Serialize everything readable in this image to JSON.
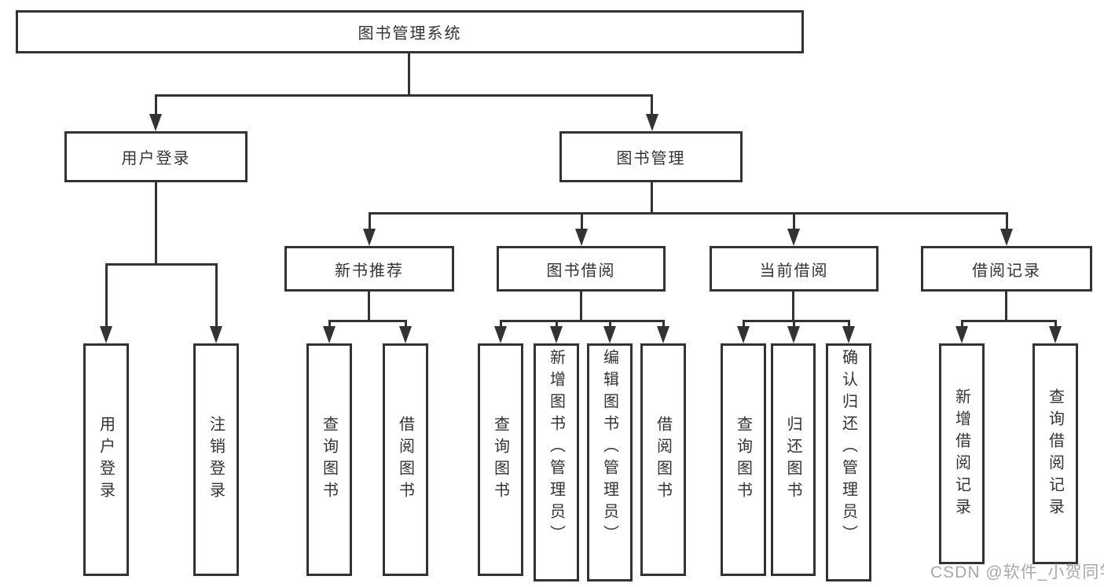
{
  "colors": {
    "background": "#ffffff",
    "line": "#333333",
    "box_border": "#333333",
    "text": "#333333",
    "watermark": "#a8a8a8"
  },
  "nodes": {
    "root": "图书管理系统",
    "user_login": "用户登录",
    "book_mgmt": "图书管理",
    "new_book_rec": "新书推荐",
    "book_borrow": "图书借阅",
    "current_borrow": "当前借阅",
    "borrow_record": "借阅记录",
    "ul_login": "用户登录",
    "ul_logout": "注销登录",
    "nbr_query": "查询图书",
    "nbr_borrow": "借阅图书",
    "bb_query": "查询图书",
    "bb_add": "新增图书（管理员）",
    "bb_edit": "编辑图书（管理员）",
    "bb_borrow": "借阅图书",
    "cb_query": "查询图书",
    "cb_return": "归还图书",
    "cb_confirm": "确认归还（管理员）",
    "br_add": "新增借阅记录",
    "br_query": "查询借阅记录"
  },
  "hierarchy": {
    "root": [
      "user_login",
      "book_mgmt"
    ],
    "user_login": [
      "ul_login",
      "ul_logout"
    ],
    "book_mgmt": [
      "new_book_rec",
      "book_borrow",
      "current_borrow",
      "borrow_record"
    ],
    "new_book_rec": [
      "nbr_query",
      "nbr_borrow"
    ],
    "book_borrow": [
      "bb_query",
      "bb_add",
      "bb_edit",
      "bb_borrow"
    ],
    "current_borrow": [
      "cb_query",
      "cb_return",
      "cb_confirm"
    ],
    "borrow_record": [
      "br_add",
      "br_query"
    ]
  },
  "watermark": "CSDN @软件_小贺同学"
}
